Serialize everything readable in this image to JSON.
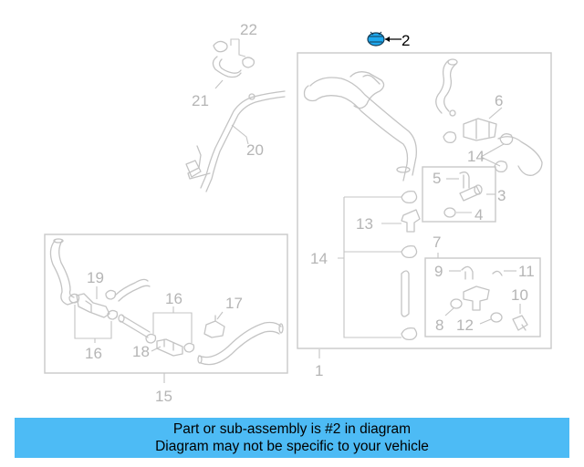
{
  "diagram": {
    "labels": {
      "l1": "1",
      "l2": "2",
      "l3": "3",
      "l4": "4",
      "l5": "5",
      "l6": "6",
      "l7": "7",
      "l8": "8",
      "l9": "9",
      "l10": "10",
      "l11": "11",
      "l12": "12",
      "l13": "13",
      "l14a": "14",
      "l14b": "14",
      "l15": "15",
      "l16a": "16",
      "l16b": "16",
      "l17": "17",
      "l18": "18",
      "l19": "19",
      "l20": "20",
      "l21": "21",
      "l22": "22"
    },
    "colors": {
      "highlight_part": "#1ea8ee",
      "line_gray": "#c4c4c4",
      "info_bar": "#4dbbf5"
    }
  },
  "info_bar": {
    "line1": "Part or sub-assembly is #2 in diagram",
    "line2": "Diagram may not be specific to your vehicle"
  }
}
